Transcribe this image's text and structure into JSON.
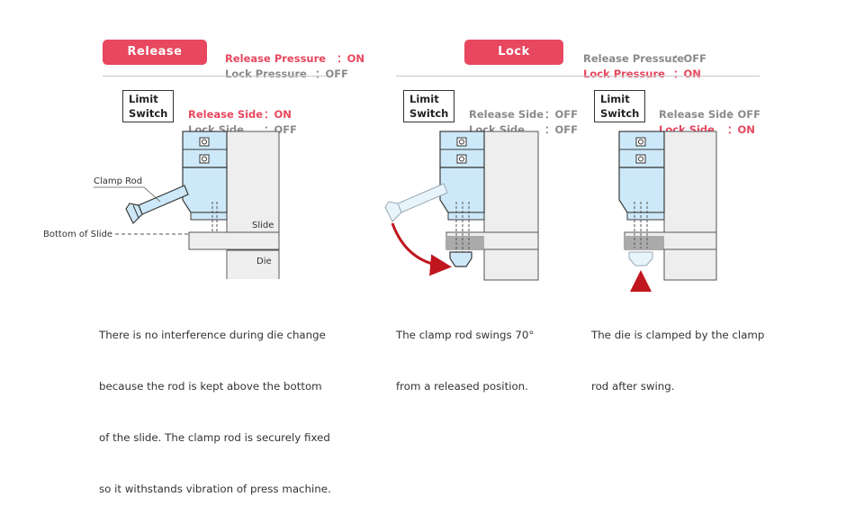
{
  "release_panel": {
    "button": "Release",
    "pressure": [
      {
        "label": "Release Pressure",
        "sep": "：",
        "value": "ON",
        "active": true
      },
      {
        "label": "Lock Pressure",
        "sep": "：",
        "value": "OFF",
        "active": false
      }
    ],
    "limit_switch": {
      "title_line1": "Limit",
      "title_line2": "Switch",
      "states": [
        {
          "label": "Release Side",
          "sep": "：",
          "value": "ON",
          "active": true
        },
        {
          "label": "Lock Side",
          "sep": "：",
          "value": "OFF",
          "active": false
        }
      ]
    },
    "labels": {
      "clamp_rod": "Clamp Rod",
      "bottom_of_slide": "Bottom of Slide",
      "slide": "Slide",
      "die": "Die"
    },
    "caption": [
      "There is no interference during die change",
      "because the rod is kept above the bottom",
      "of the slide. The clamp rod is securely fixed",
      "so it withstands vibration of press machine."
    ]
  },
  "lock_panel": {
    "button": "Lock",
    "pressure": [
      {
        "label": "Release Pressure",
        "sep": "：",
        "value": "OFF",
        "active": false
      },
      {
        "label": "Lock Pressure",
        "sep": "：",
        "value": "ON",
        "active": true
      }
    ],
    "swing": {
      "limit_switch": {
        "title_line1": "Limit",
        "title_line2": "Switch",
        "states": [
          {
            "label": "Release Side",
            "sep": "：",
            "value": "OFF",
            "active": false
          },
          {
            "label": "Lock Side",
            "sep": "：",
            "value": "OFF",
            "active": false
          }
        ]
      },
      "caption": [
        "The clamp rod swings 70°",
        "from a released position."
      ]
    },
    "clamp": {
      "limit_switch": {
        "title_line1": "Limit",
        "title_line2": "Switch",
        "states": [
          {
            "label": "Release Side",
            "sep": "：",
            "value": "OFF",
            "active": false
          },
          {
            "label": "Lock Side",
            "sep": "：",
            "value": "ON",
            "active": true
          }
        ]
      },
      "caption": [
        "The die is clamped by the clamp",
        "rod after swing."
      ]
    }
  },
  "colors": {
    "accent": "#e8475f",
    "clamp_body": "#cde9f9",
    "clamp_outline": "#3a3a3a",
    "slide_fill": "#eeeeee",
    "arrow": "#c0161e"
  }
}
